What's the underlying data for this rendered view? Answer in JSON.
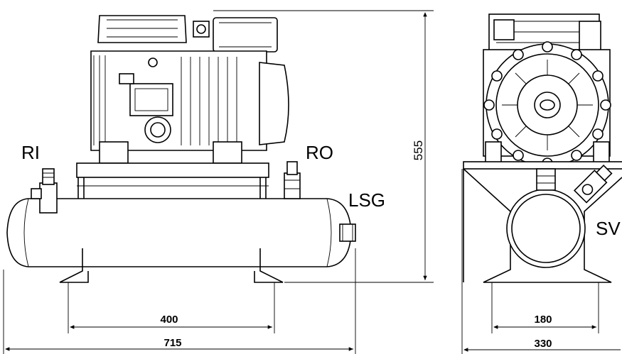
{
  "labels": {
    "ri": "RI",
    "ro": "RO",
    "lsg": "LSG",
    "sv": "SV"
  },
  "dimensions": {
    "height": "555",
    "foot_spacing_front": "400",
    "length_front": "715",
    "foot_spacing_side": "180",
    "width_side": "330"
  }
}
